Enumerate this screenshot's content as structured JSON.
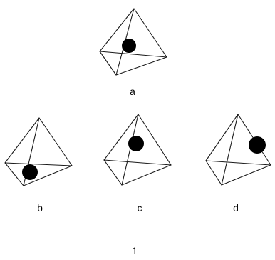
{
  "figure_number": "1",
  "panels": [
    {
      "label": "a"
    },
    {
      "label": "b"
    },
    {
      "label": "c"
    },
    {
      "label": "d"
    }
  ]
}
